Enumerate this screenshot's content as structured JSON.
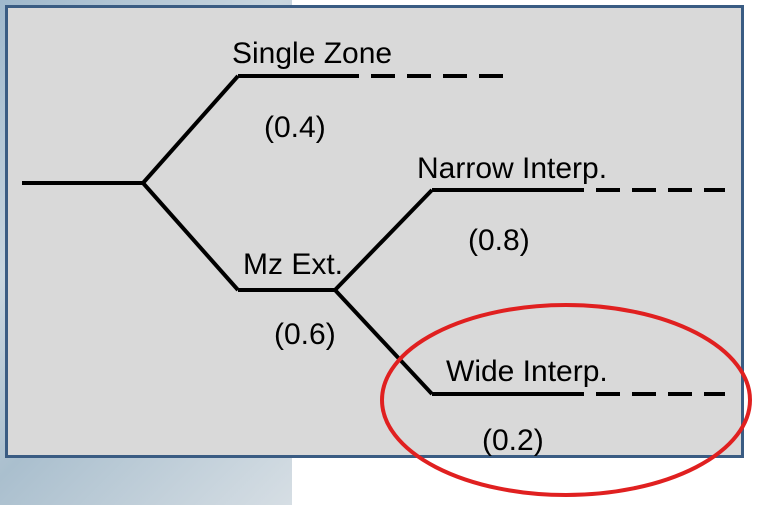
{
  "tree": {
    "branches": {
      "single_zone": {
        "label": "Single Zone",
        "prob": "(0.4)"
      },
      "mz_ext": {
        "label": "Mz Ext.",
        "prob": "(0.6)"
      },
      "narrow_interp": {
        "label": "Narrow Interp.",
        "prob": "(0.8)"
      },
      "wide_interp": {
        "label": "Wide Interp.",
        "prob": "(0.2)"
      }
    }
  },
  "colors": {
    "frame_border": "#3a5c83",
    "highlight_ellipse": "#e02020",
    "lines": "#000000"
  }
}
